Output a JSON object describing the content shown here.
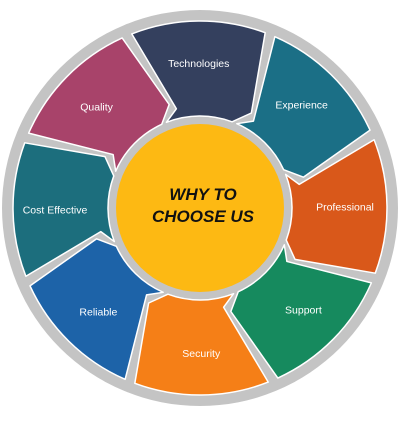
{
  "center": {
    "line1": "WHY TO",
    "line2": "CHOOSE US",
    "color": "#FDB913"
  },
  "ring_color": "#C4C4C4",
  "segments": [
    {
      "id": "technologies",
      "label": "Technologies",
      "color": "#34405E",
      "icon": "none"
    },
    {
      "id": "experience",
      "label": "Experience",
      "color": "#1B6F86",
      "icon": "none"
    },
    {
      "id": "professional",
      "label": "Professional",
      "color": "#D9581A",
      "icon": "none"
    },
    {
      "id": "support",
      "label": "Support",
      "color": "#168A5E",
      "icon": "none"
    },
    {
      "id": "security",
      "label": "Security",
      "color": "#F57F17",
      "icon": "none"
    },
    {
      "id": "reliable",
      "label": "Reliable",
      "color": "#1D63A8",
      "icon": "none"
    },
    {
      "id": "cost-effective",
      "label": "Cost Effective",
      "color": "#1C6E7D",
      "icon": "none"
    },
    {
      "id": "quality",
      "label": "Quality",
      "color": "#A8436A",
      "icon": "none"
    }
  ]
}
